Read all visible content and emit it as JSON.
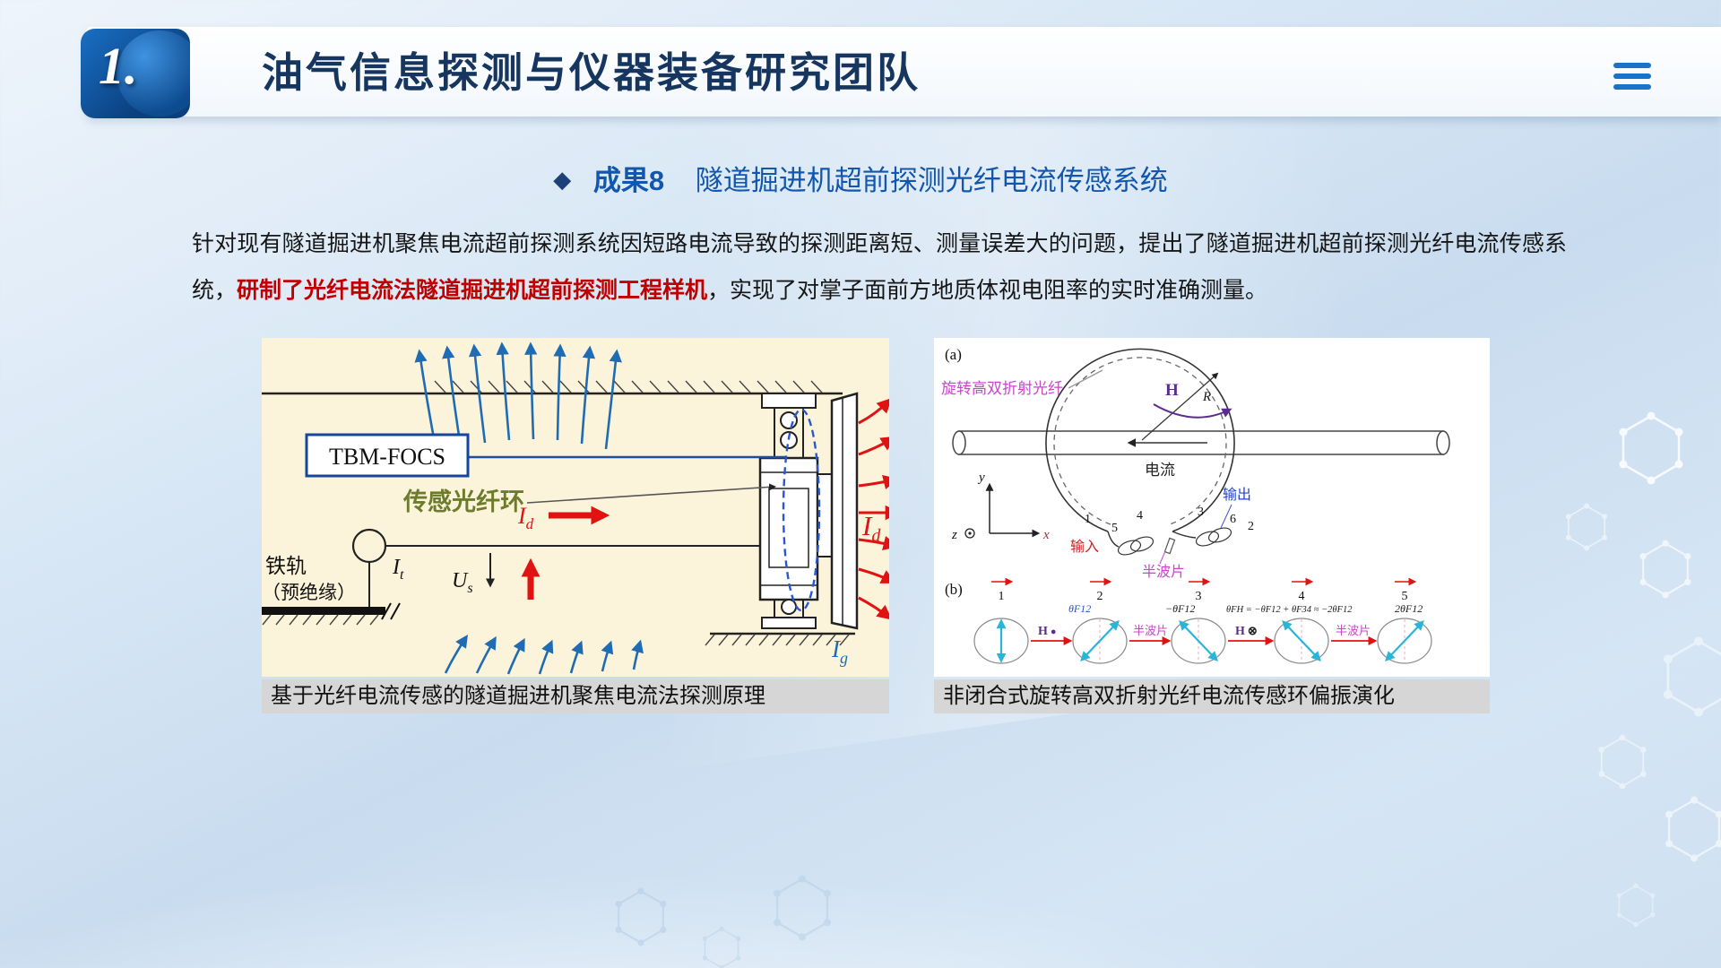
{
  "colors": {
    "accent_blue": "#1a73c9",
    "title_navy": "#16365f",
    "subtitle_blue": "#1256ad",
    "highlight_red": "#c00000"
  },
  "header": {
    "badge": "1.",
    "title": "油气信息探测与仪器装备研究团队",
    "menu_icon": "hamburger-icon"
  },
  "subtitle": {
    "bullet": "◆",
    "tag": "成果8",
    "title": "隧道掘进机超前探测光纤电流传感系统"
  },
  "body": {
    "before": "针对现有隧道掘进机聚焦电流超前探测系统因短路电流导致的探测距离短、测量误差大的问题，提出了隧道掘进机超前探测光纤电流传感系统，",
    "highlight": "研制了光纤电流法隧道掘进机超前探测工程样机",
    "after": "，实现了对掌子面前方地质体视电阻率的实时准确测量。"
  },
  "fig": {
    "left": {
      "caption": "基于光纤电流传感的隧道掘进机聚焦电流法探测原理",
      "tbm": "TBM-FOCS",
      "ring": "传感光纤环",
      "rail1": "铁轨",
      "rail2": "（预绝缘）",
      "I": "I",
      "d": "d",
      "t": "t",
      "g": "g",
      "U": "U",
      "s": "s"
    },
    "right": {
      "caption": "非闭合式旋转高双折射光纤电流传感环偏振演化",
      "a": {
        "tag": "(a)",
        "fiber": "旋转高双折射光纤",
        "H": "H",
        "R": "R",
        "current": "电流",
        "out": "输出",
        "in": "输入",
        "hw": "半波片",
        "nums": [
          "1",
          "5",
          "4",
          "3",
          "6",
          "2"
        ],
        "x": "x",
        "y": "y",
        "z": "z"
      },
      "b": {
        "tag": "(b)",
        "nums": [
          "1",
          "2",
          "3",
          "4",
          "5"
        ],
        "f2": "θF12",
        "f3": "−θF12",
        "f4": "θFH = −θF12 + θF34 ≈ −2θF12",
        "f5": "2θF12",
        "h1": "H",
        "h1s": "●",
        "h2": "H",
        "h2s": "⊗",
        "hw1": "半波片",
        "hw2": "半波片"
      }
    }
  }
}
